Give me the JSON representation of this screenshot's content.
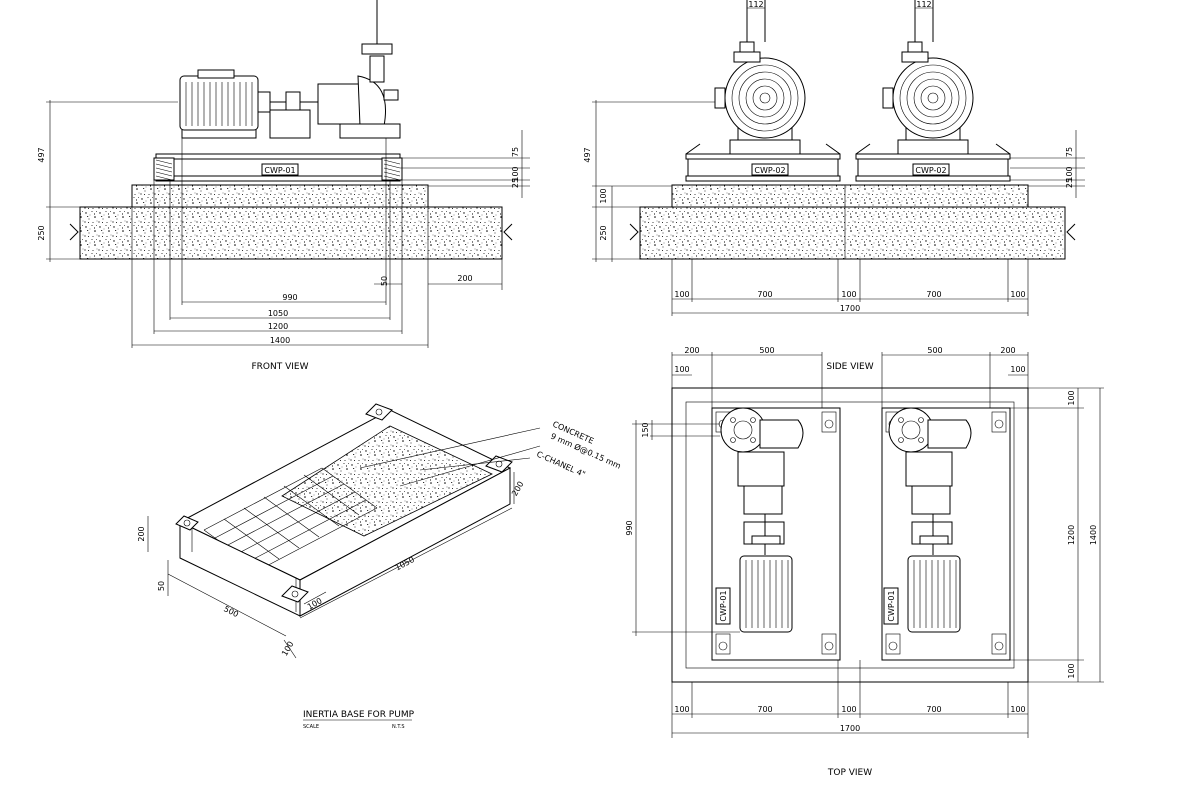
{
  "views": {
    "front_title": "FRONT VIEW",
    "side_title": "SIDE VIEW",
    "top_title": "TOP VIEW",
    "iso_title": "INERTIA BASE FOR PUMP",
    "iso_scale_label": "SCALE",
    "iso_scale_value": "N.T.S"
  },
  "tags": {
    "front": "CWP-01",
    "side_left": "CWP-02",
    "side_right": "CWP-02",
    "top_left": "CWP-01",
    "top_right": "CWP-01"
  },
  "front_dims": {
    "height_total": "497",
    "slab": "250",
    "right_a": "75",
    "right_b": "100",
    "right_c": "25",
    "inner": "990",
    "d1050": "1050",
    "d1200": "1200",
    "d1400": "1400",
    "d50": "50",
    "d200": "200"
  },
  "side_dims": {
    "height_total": "497",
    "slab": "250",
    "left_small": "100",
    "right_a": "75",
    "right_b": "100",
    "right_c": "25",
    "top_a": "112",
    "top_b": "112",
    "b1": "100",
    "b2": "700",
    "b3": "100",
    "b4": "700",
    "b5": "100",
    "total": "1700"
  },
  "top_dims": {
    "t1": "200",
    "t2": "500",
    "t3": "500",
    "t4": "200",
    "t5": "100",
    "t6": "100",
    "left_990": "990",
    "left_150": "150",
    "r100a": "100",
    "r1200": "1200",
    "r1400": "1400",
    "r100b": "100",
    "b1": "100",
    "b2": "700",
    "b3": "100",
    "b4": "700",
    "b5": "100",
    "total": "1700"
  },
  "iso_dims": {
    "concrete": "CONCRETE",
    "mesh": "9 mm Ø@0.15 mm",
    "channel": "C-CHANEL 4\"",
    "len": "1050",
    "wid": "500",
    "h": "200",
    "side50": "50",
    "r200": "200",
    "w100a": "100",
    "w100b": "100"
  }
}
